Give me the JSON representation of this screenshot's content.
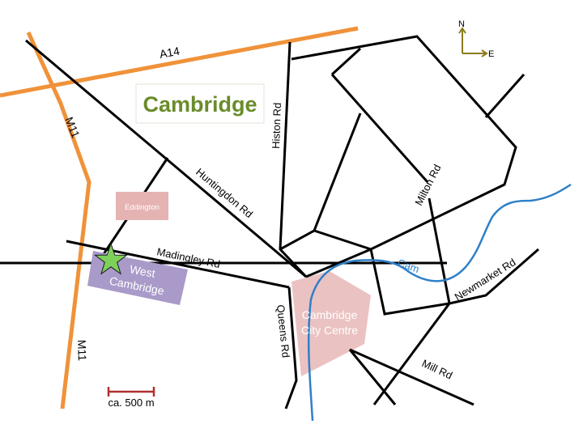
{
  "title": "Cambridge",
  "compass": {
    "north": "N",
    "east": "E"
  },
  "roads": {
    "a14": "A14",
    "m11_north": "M11",
    "m11_south": "M11",
    "histon": "Histon Rd",
    "huntingdon": "Huntingdon Rd",
    "milton": "Milton Rd",
    "madingley": "Madingley Rd",
    "queens": "Queens Rd",
    "newmarket": "Newmarket Rd",
    "mill": "Mill Rd"
  },
  "river": "Cam",
  "areas": {
    "eddington": "Eddington",
    "west_cambridge_line1": "West",
    "west_cambridge_line2": "Cambridge",
    "city_centre_line1": "Cambridge",
    "city_centre_line2": "City Centre"
  },
  "scale": "ca. 500 m",
  "colors": {
    "motorway": "#f0923a",
    "road": "#000000",
    "river": "#2f80c8",
    "title_text": "#6a8c2a",
    "compass": "#8a7a1a",
    "eddington_fill": "#e6b3b3",
    "west_cambridge_fill": "#a99ac9",
    "city_centre_fill": "#e6b3b3",
    "star": "#7dd05a",
    "scale_bar": "#b03030"
  }
}
